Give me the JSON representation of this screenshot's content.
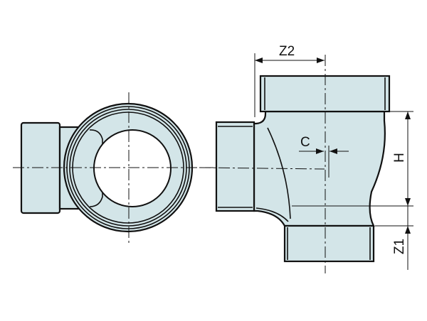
{
  "labels": {
    "z2": "Z2",
    "c": "C",
    "h": "H",
    "z1": "Z1"
  },
  "colors": {
    "fill": "#d3e5e8",
    "line": "#111111"
  }
}
